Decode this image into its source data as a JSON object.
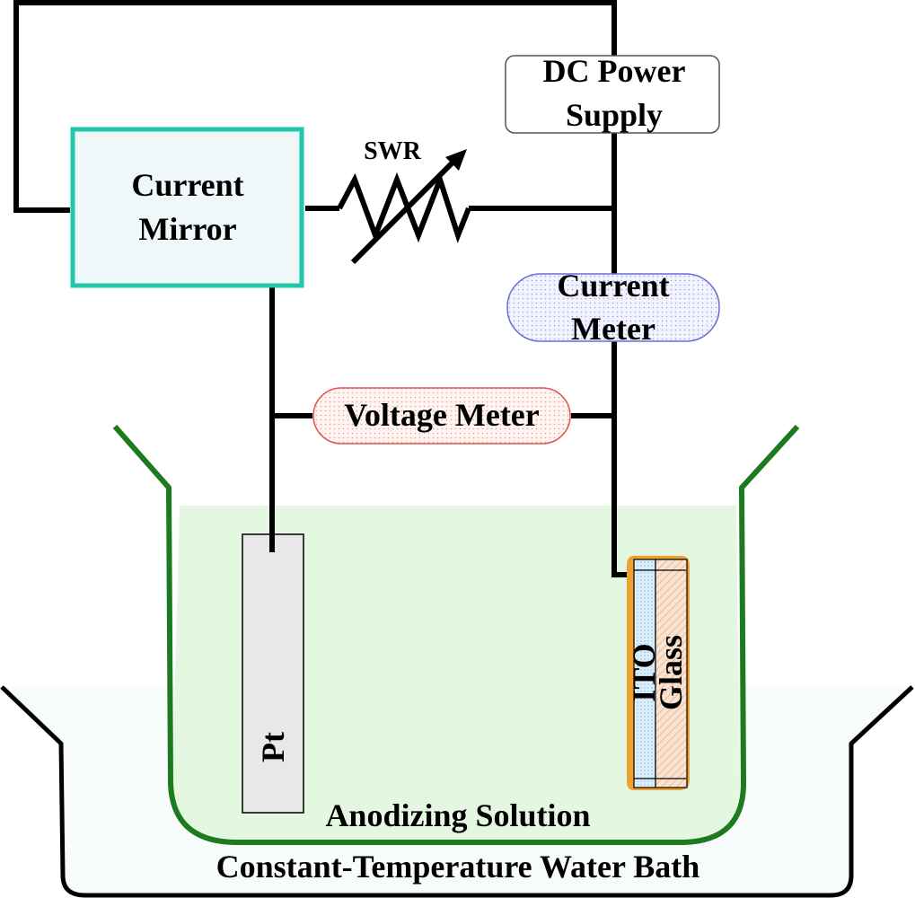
{
  "labels": {
    "dc_power_supply_line1": "DC Power",
    "dc_power_supply_line2": "Supply",
    "current_mirror_line1": "Current",
    "current_mirror_line2": "Mirror",
    "swr": "SWR",
    "current_meter_line1": "Current",
    "current_meter_line2": "Meter",
    "voltage_meter": "Voltage Meter",
    "pt_electrode": "Pt",
    "ito": "ITO",
    "glass": "Glass",
    "anodizing_solution": "Anodizing Solution",
    "water_bath": "Constant-Temperature Water Bath"
  },
  "colors": {
    "current_mirror_border": "#20c7a8",
    "current_mirror_fill": "#eef8f8",
    "voltage_meter_border": "#e05050",
    "voltage_meter_fill": "#fff0ec",
    "current_meter_border": "#6b6bd8",
    "current_meter_fill": "#eef0ff",
    "beaker_outline": "#1e7a1e",
    "solution_fill": "#e4f7e1",
    "ito_frame": "#f0a030",
    "wire": "#000000"
  }
}
